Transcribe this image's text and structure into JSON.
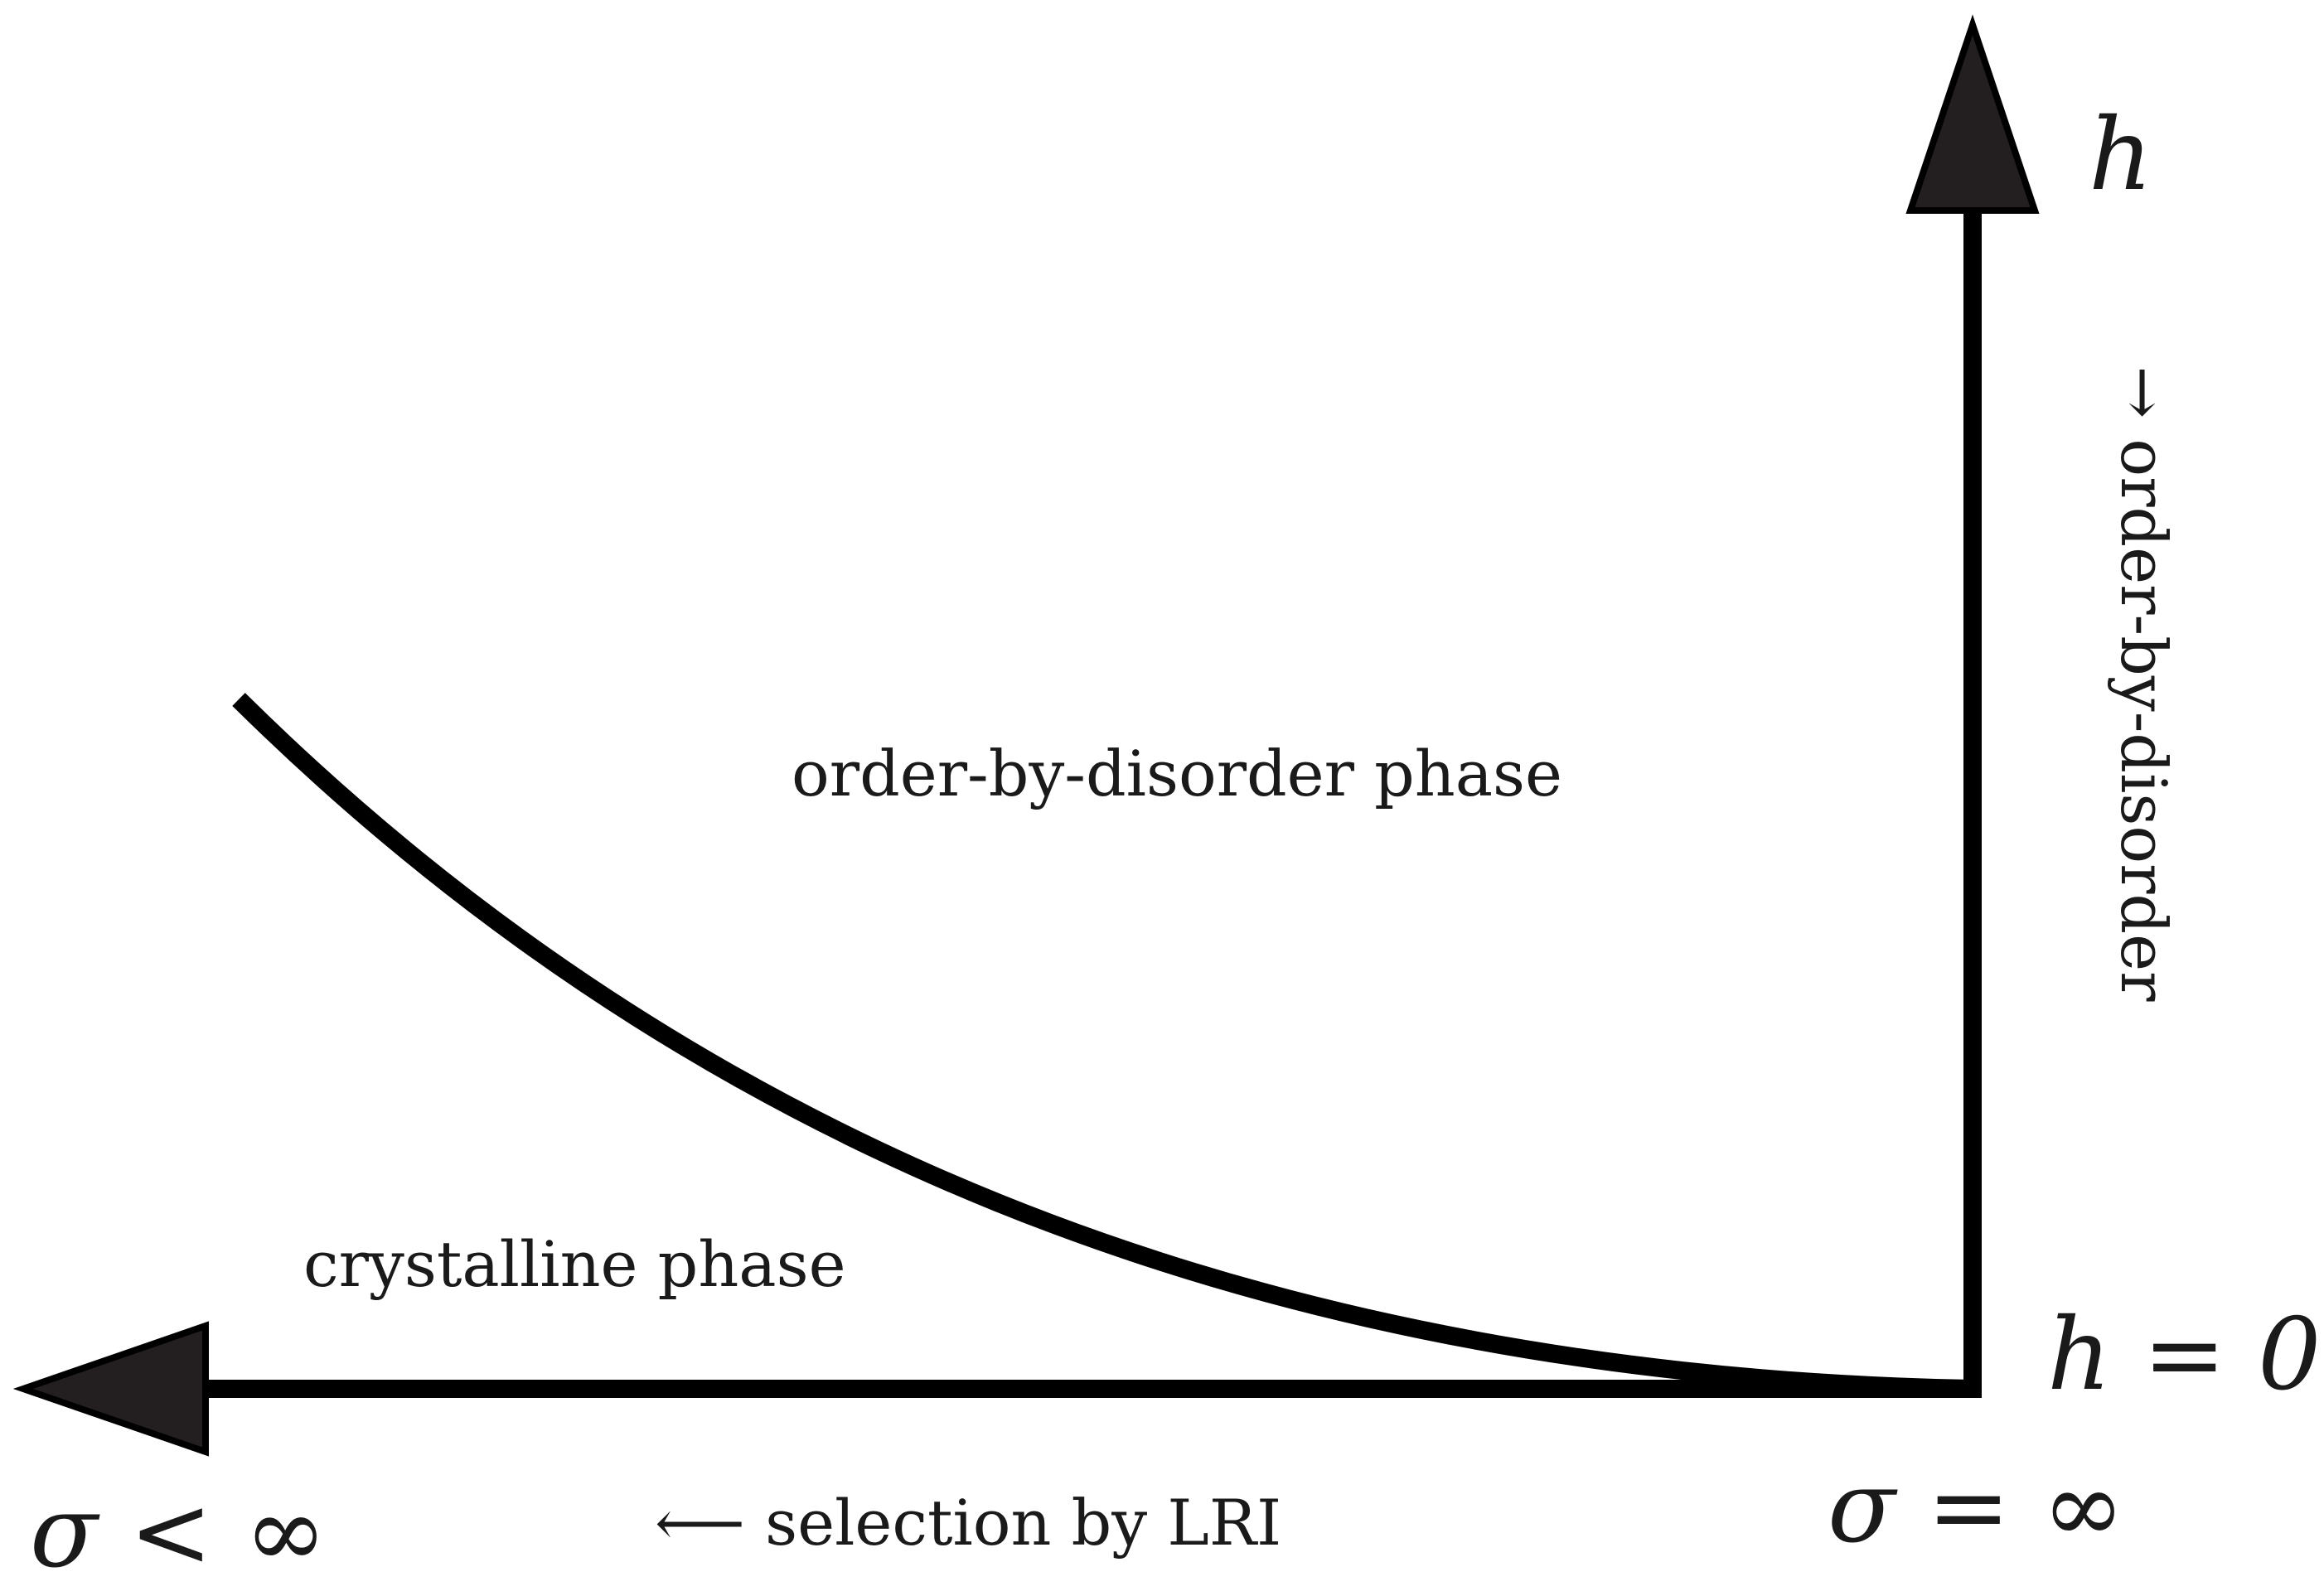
{
  "vertical_axis": {
    "label": "h",
    "annotation": "→ order-by-disorder"
  },
  "horizontal_axis": {
    "annotation": "⟵ selection by LRI"
  },
  "origin": {
    "h_label": "h = 0",
    "sigma_label": "σ = ∞"
  },
  "left_end": {
    "sigma_label": "σ < ∞"
  },
  "regions": {
    "upper": "order-by-disorder phase",
    "lower": "crystalline phase"
  },
  "colors": {
    "line": "#000000",
    "arrowhead": "#231f20",
    "text": "#1a1a1a"
  }
}
